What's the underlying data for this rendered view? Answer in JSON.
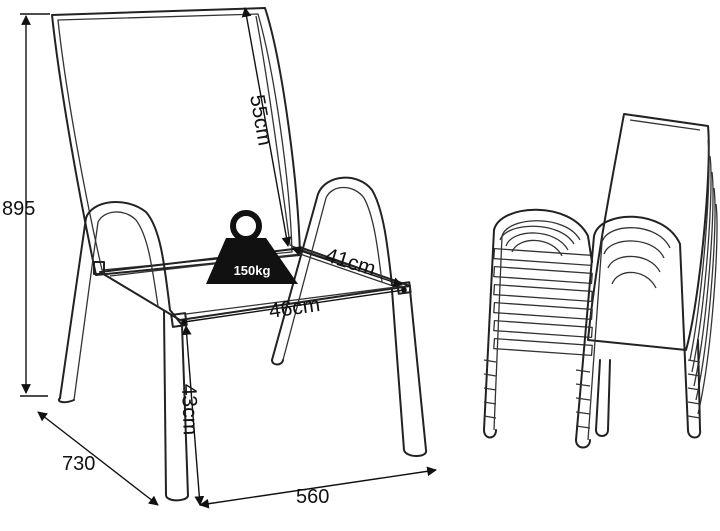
{
  "dimensions": {
    "height": "895",
    "depth": "730",
    "width": "560",
    "backrest": "55cm",
    "seat_depth": "41cm",
    "seat_width": "46cm",
    "seat_height": "43cm"
  },
  "load": {
    "label": "150kg"
  },
  "colors": {
    "line": "#222222",
    "weight_fill": "#111111",
    "weight_text": "#ffffff"
  },
  "icons": {
    "weight": "weight-icon",
    "chair": "chair-drawing",
    "stack": "stacked-chairs-drawing"
  }
}
